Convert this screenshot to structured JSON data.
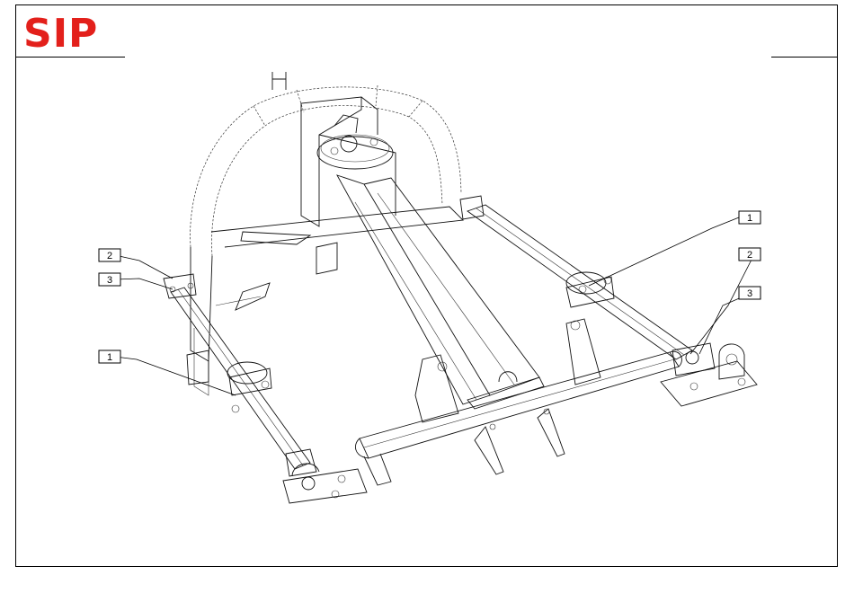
{
  "brand": {
    "name": "SIP",
    "color": "#e3201b"
  },
  "callouts": [
    {
      "id": "right-1",
      "label": "1"
    },
    {
      "id": "right-2",
      "label": "2"
    },
    {
      "id": "right-3",
      "label": "3"
    },
    {
      "id": "left-2",
      "label": "2"
    },
    {
      "id": "left-3",
      "label": "3"
    },
    {
      "id": "left-1",
      "label": "1"
    }
  ]
}
